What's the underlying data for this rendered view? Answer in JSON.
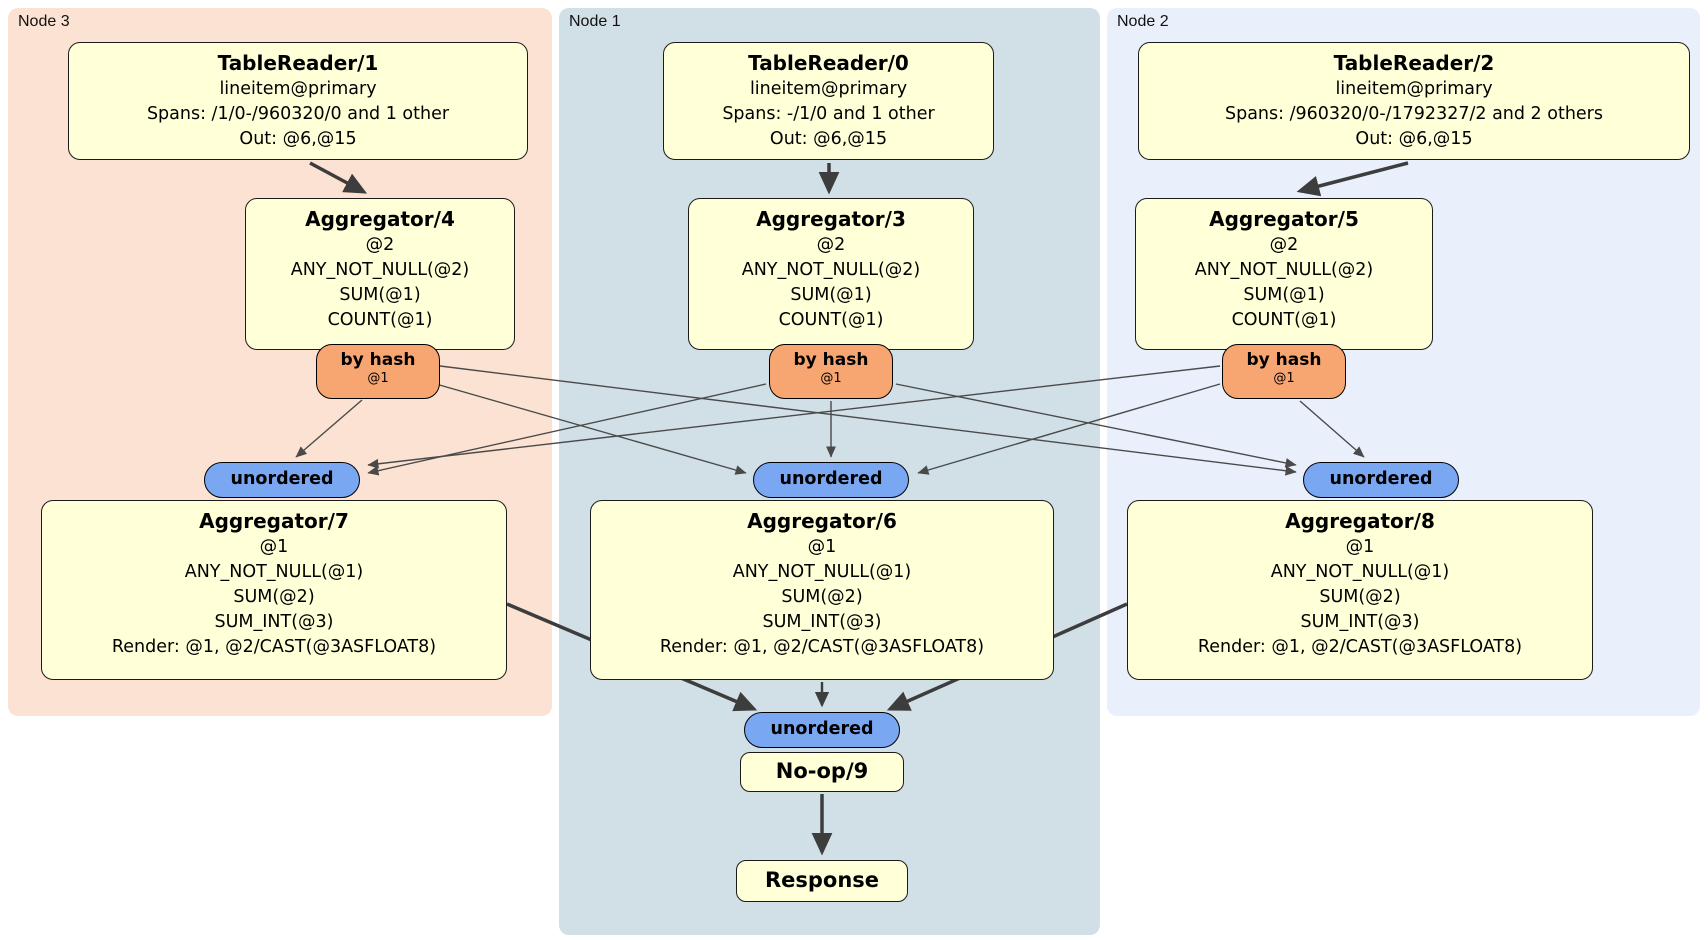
{
  "regions": {
    "node3": {
      "label": "Node 3"
    },
    "node1": {
      "label": "Node 1"
    },
    "node2": {
      "label": "Node 2"
    }
  },
  "labels": {
    "by_hash": "by hash",
    "hash_key": "@1",
    "unordered": "unordered"
  },
  "processors": {
    "tr1": {
      "title": "TableReader/1",
      "lines": [
        "lineitem@primary",
        "Spans: /1/0-/960320/0 and 1 other",
        "Out: @6,@15"
      ]
    },
    "tr0": {
      "title": "TableReader/0",
      "lines": [
        "lineitem@primary",
        "Spans: -/1/0 and 1 other",
        "Out: @6,@15"
      ]
    },
    "tr2": {
      "title": "TableReader/2",
      "lines": [
        "lineitem@primary",
        "Spans: /960320/0-/1792327/2 and 2 others",
        "Out: @6,@15"
      ]
    },
    "agg4": {
      "title": "Aggregator/4",
      "lines": [
        "@2",
        "ANY_NOT_NULL(@2)",
        "SUM(@1)",
        "COUNT(@1)"
      ]
    },
    "agg3": {
      "title": "Aggregator/3",
      "lines": [
        "@2",
        "ANY_NOT_NULL(@2)",
        "SUM(@1)",
        "COUNT(@1)"
      ]
    },
    "agg5": {
      "title": "Aggregator/5",
      "lines": [
        "@2",
        "ANY_NOT_NULL(@2)",
        "SUM(@1)",
        "COUNT(@1)"
      ]
    },
    "agg7": {
      "title": "Aggregator/7",
      "lines": [
        "@1",
        "ANY_NOT_NULL(@1)",
        "SUM(@2)",
        "SUM_INT(@3)",
        "Render: @1, @2/CAST(@3ASFLOAT8)"
      ]
    },
    "agg6": {
      "title": "Aggregator/6",
      "lines": [
        "@1",
        "ANY_NOT_NULL(@1)",
        "SUM(@2)",
        "SUM_INT(@3)",
        "Render: @1, @2/CAST(@3ASFLOAT8)"
      ]
    },
    "agg8": {
      "title": "Aggregator/8",
      "lines": [
        "@1",
        "ANY_NOT_NULL(@1)",
        "SUM(@2)",
        "SUM_INT(@3)",
        "Render: @1, @2/CAST(@3ASFLOAT8)"
      ]
    },
    "noop": {
      "title": "No-op/9"
    },
    "response": {
      "title": "Response"
    }
  },
  "colors": {
    "node3_bg": "#fce2d2",
    "node1_bg": "#d1dfe7",
    "node2_bg": "#e9effb",
    "box_bg": "#ffffd8",
    "router_bg": "#f7a571",
    "sync_bg": "#79a7f2"
  }
}
